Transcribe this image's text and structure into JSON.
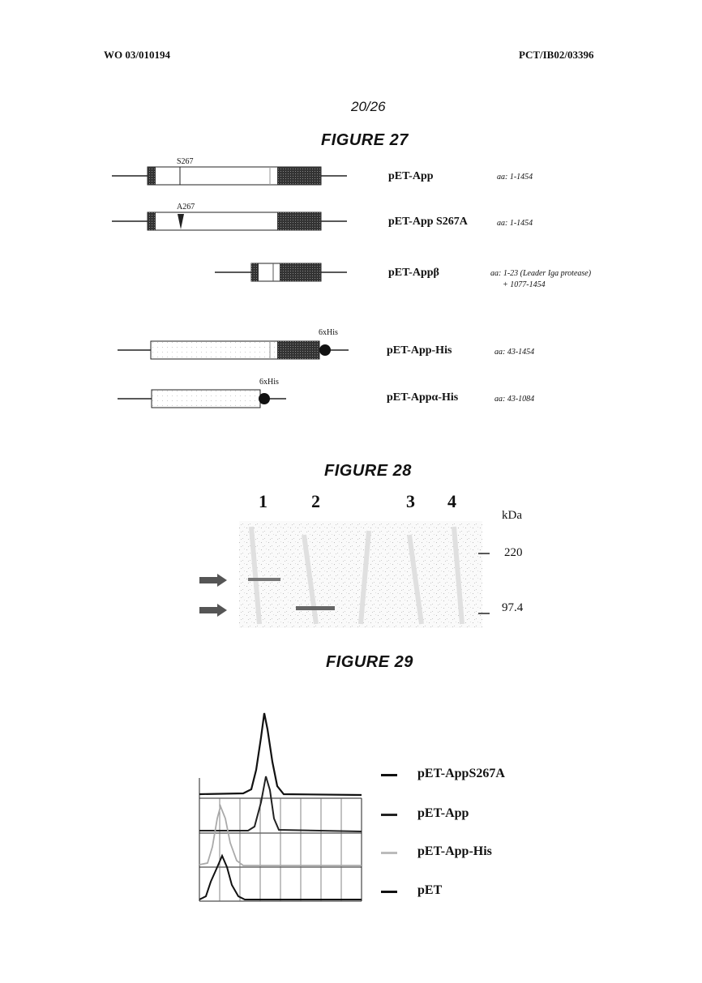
{
  "header": {
    "left": "WO 03/010194",
    "right": "PCT/IB02/03396"
  },
  "page_number": "20/26",
  "figure27": {
    "title": "FIGURE 27",
    "constructs": [
      {
        "name": "pET-App",
        "aa": "aa: 1-1454",
        "marker": "S267"
      },
      {
        "name": "pET-App S267A",
        "aa": "aa: 1-1454",
        "marker": "A267"
      },
      {
        "name": "pET-Appβ",
        "aa": "aa: 1-23 (Leader Iga protease)",
        "aa2": "+ 1077-1454"
      },
      {
        "name": "pET-App-His",
        "aa": "aa: 43-1454",
        "tag": "6xHis"
      },
      {
        "name": "pET-Appα-His",
        "aa": "aa: 43-1084",
        "tag": "6xHis"
      }
    ]
  },
  "figure28": {
    "title": "FIGURE 28",
    "lanes": [
      "1",
      "2",
      "3",
      "4"
    ],
    "unit": "kDa",
    "markers": [
      "220",
      "97.4"
    ]
  },
  "figure29": {
    "title": "FIGURE 29",
    "legend": [
      "pET-AppS267A",
      "pET-App",
      "pET-App-His",
      "pET"
    ]
  }
}
